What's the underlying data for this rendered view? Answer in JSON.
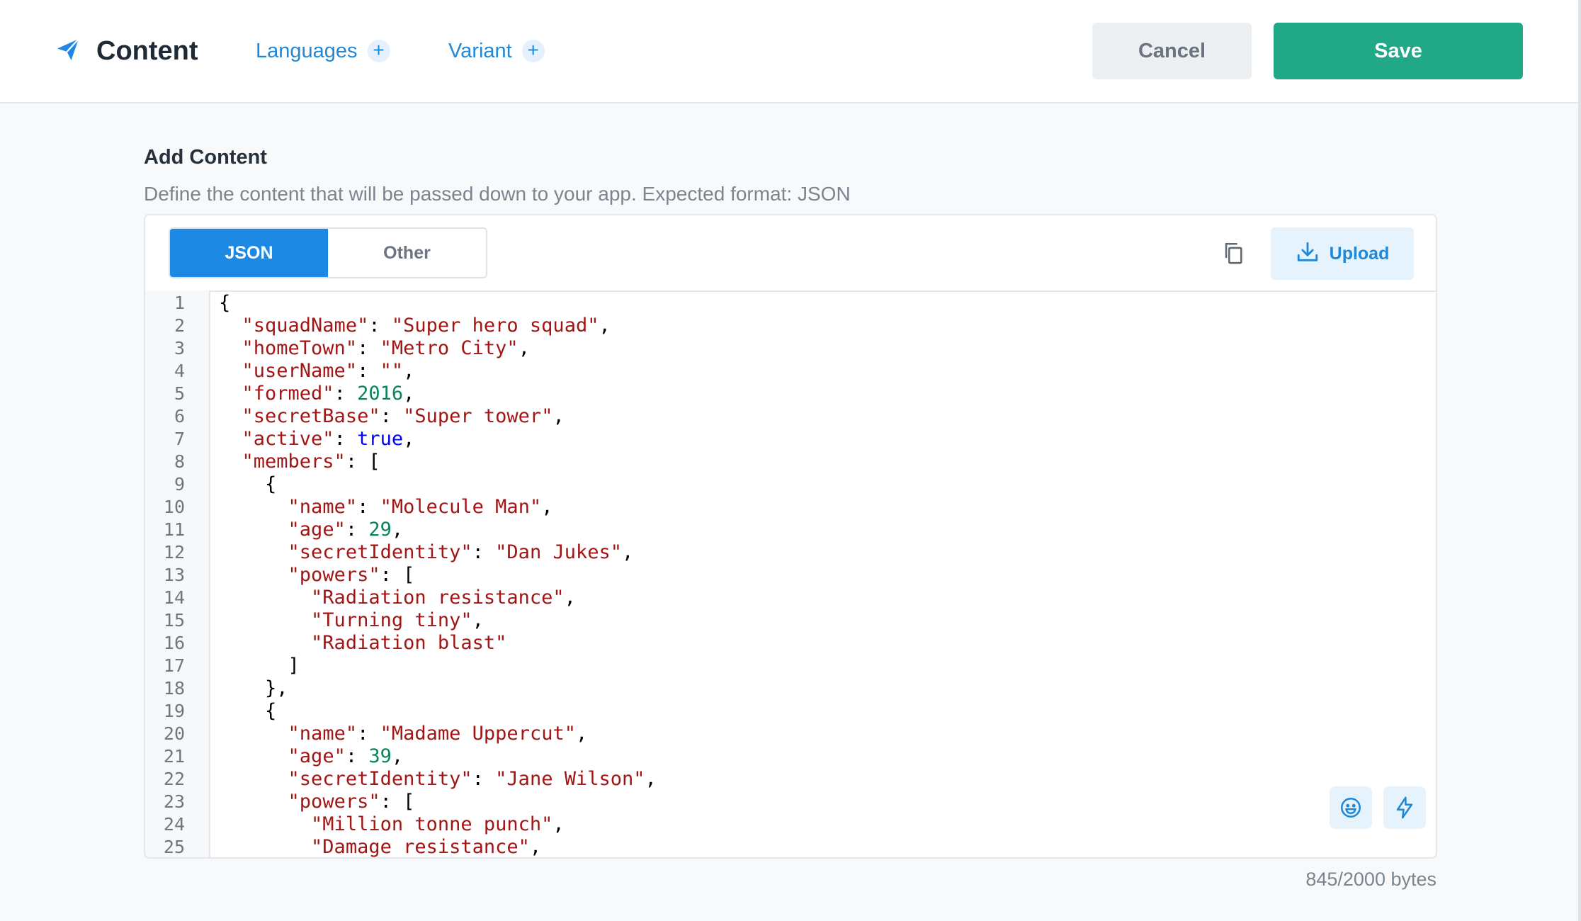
{
  "header": {
    "title": "Content",
    "languages_label": "Languages",
    "variant_label": "Variant",
    "plus_symbol": "+",
    "cancel_label": "Cancel",
    "save_label": "Save"
  },
  "section": {
    "title": "Add Content",
    "description": "Define the content that will be passed down to your app. Expected format: JSON"
  },
  "toolbar": {
    "tabs": [
      {
        "label": "JSON",
        "active": true
      },
      {
        "label": "Other",
        "active": false
      }
    ],
    "copy_icon": "copy-icon",
    "upload_label": "Upload"
  },
  "editor": {
    "lines": [
      "{",
      "  \"squadName\": \"Super hero squad\",",
      "  \"homeTown\": \"Metro City\",",
      "  \"userName\": \"\",",
      "  \"formed\": 2016,",
      "  \"secretBase\": \"Super tower\",",
      "  \"active\": true,",
      "  \"members\": [",
      "    {",
      "      \"name\": \"Molecule Man\",",
      "      \"age\": 29,",
      "      \"secretIdentity\": \"Dan Jukes\",",
      "      \"powers\": [",
      "        \"Radiation resistance\",",
      "        \"Turning tiny\",",
      "        \"Radiation blast\"",
      "      ]",
      "    },",
      "    {",
      "      \"name\": \"Madame Uppercut\",",
      "      \"age\": 39,",
      "      \"secretIdentity\": \"Jane Wilson\",",
      "      \"powers\": [",
      "        \"Million tonne punch\",",
      "        \"Damage resistance\","
    ],
    "colors": {
      "key": "#a31515",
      "string": "#a31515",
      "number": "#098658",
      "boolean": "#0000ff"
    }
  },
  "footer": {
    "byte_count": "845/2000 bytes"
  },
  "colors": {
    "accent": "#1e88e5",
    "save": "#20a887"
  }
}
